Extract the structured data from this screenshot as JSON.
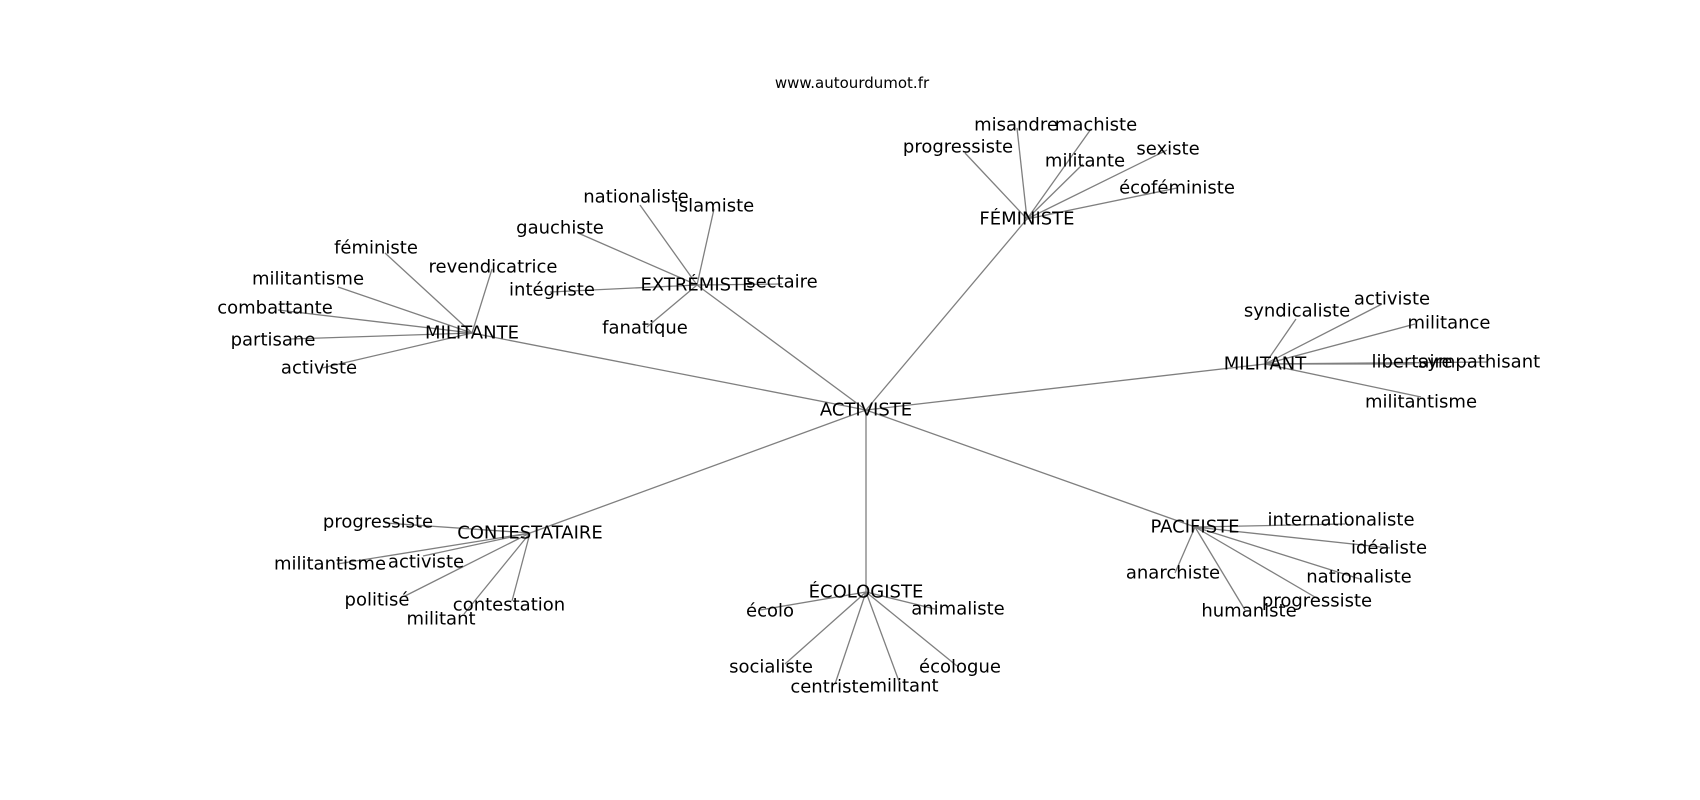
{
  "source": "www.autourdumot.fr",
  "root": {
    "id": "root",
    "label": "ACTIVISTE"
  },
  "clusters": [
    {
      "id": "militante",
      "label": "MILITANTE",
      "leaves": [
        "féministe",
        "revendicatrice",
        "militantisme",
        "combattante",
        "partisane",
        "activiste"
      ]
    },
    {
      "id": "extremiste",
      "label": "EXTRÉMISTE",
      "leaves": [
        "nationaliste",
        "islamiste",
        "gauchiste",
        "intégriste",
        "sectaire",
        "fanatique"
      ]
    },
    {
      "id": "feministe",
      "label": "FÉMINISTE",
      "leaves": [
        "misandre",
        "machiste",
        "progressiste",
        "militante",
        "sexiste",
        "écoféministe"
      ]
    },
    {
      "id": "militant",
      "label": "MILITANT",
      "leaves": [
        "syndicaliste",
        "activiste",
        "militance",
        "libertaire",
        "sympathisant",
        "militantisme"
      ]
    },
    {
      "id": "contestataire",
      "label": "CONTESTATAIRE",
      "leaves": [
        "progressiste",
        "activiste",
        "militantisme",
        "politisé",
        "contestation",
        "militant"
      ]
    },
    {
      "id": "ecologiste",
      "label": "ÉCOLOGISTE",
      "leaves": [
        "écolo",
        "animaliste",
        "socialiste",
        "centriste",
        "militant",
        "écologue"
      ]
    },
    {
      "id": "pacifiste",
      "label": "PACIFISTE",
      "leaves": [
        "internationaliste",
        "idéaliste",
        "anarchiste",
        "nationaliste",
        "progressiste",
        "humaniste"
      ]
    }
  ]
}
